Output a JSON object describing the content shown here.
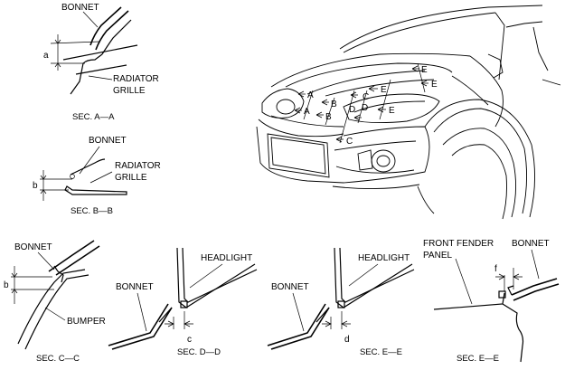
{
  "labels": {
    "bonnet": "BONNET",
    "radiator_grille_1": "RADIATOR",
    "radiator_grille_2": "GRILLE",
    "bumper": "BUMPER",
    "headlight": "HEADLIGHT",
    "front_fender_1": "FRONT FENDER",
    "front_fender_2": "PANEL"
  },
  "dims": {
    "a": "a",
    "b": "b",
    "c": "c",
    "d": "d",
    "f": "f"
  },
  "sections": {
    "aa": "SEC. A—A",
    "bb": "SEC. B—B",
    "cc": "SEC. C—C",
    "dd": "SEC. D—D",
    "ee1": "SEC. E—E",
    "ee2": "SEC. E—E"
  },
  "callouts": {
    "A": "A",
    "B": "B",
    "C": "C",
    "D": "D",
    "E": "E"
  }
}
